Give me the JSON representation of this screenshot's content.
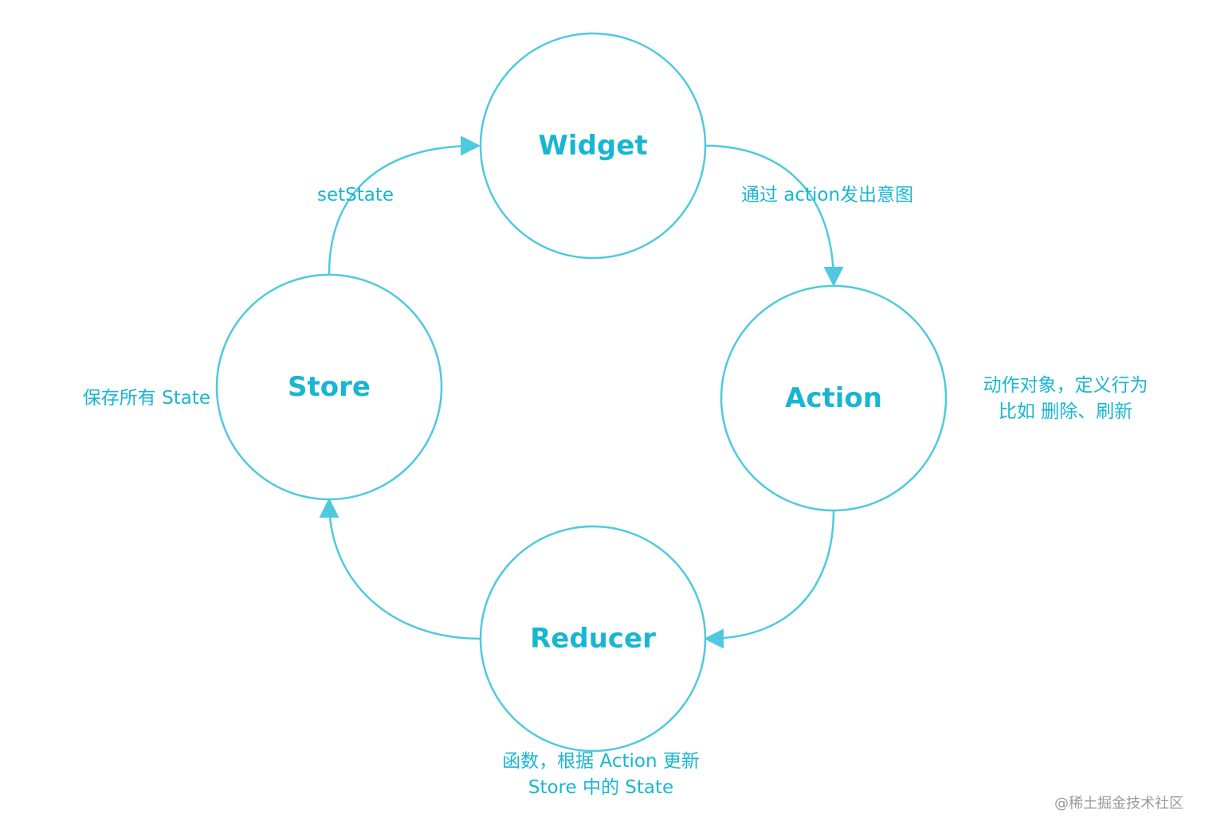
{
  "colors": {
    "stroke": "#4fc9df",
    "text": "#19b6d2",
    "watermark": "#9a9a9a"
  },
  "nodes": {
    "widget": "Widget",
    "action": "Action",
    "reducer": "Reducer",
    "store": "Store"
  },
  "edges": {
    "widget_to_action": "通过 action发出意图",
    "action_to_reducer": "",
    "reducer_to_store": "",
    "store_to_widget": "setState"
  },
  "notes": {
    "action": [
      "动作对象，定义行为",
      "比如 删除、刷新"
    ],
    "reducer": [
      "函数，根据 Action 更新",
      "Store 中的 State"
    ],
    "store": [
      "保存所有 State"
    ]
  },
  "watermark": "@稀土掘金技术社区"
}
